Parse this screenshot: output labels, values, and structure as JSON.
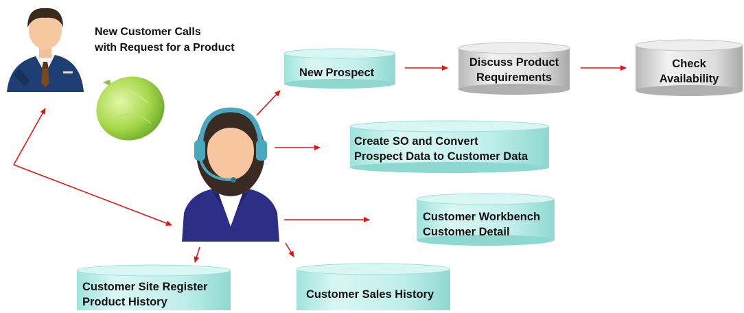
{
  "caller_text_line1": "New Customer Calls",
  "caller_text_line2": "with Request for a Product",
  "nodes": {
    "new_prospect": "New Prospect",
    "discuss_line1": "Discuss Product",
    "discuss_line2": "Requirements",
    "check_line1": "Check",
    "check_line2": "Availability",
    "create_so_line1": "Create SO and Convert",
    "create_so_line2": "Prospect Data to Customer Data",
    "workbench_line1": "Customer Workbench",
    "workbench_line2": "Customer Detail",
    "site_register_line1": "Customer Site Register",
    "site_register_line2": "Product History",
    "sales_history": "Customer Sales History"
  },
  "colors": {
    "teal_cylinder": "#bfeeea",
    "teal_edge": "#7fd6cf",
    "gray_cylinder": "#d9d9d9",
    "arrow": "#e81010",
    "agent_suit": "#2d2f86",
    "caller_suit": "#1e3f73",
    "headset": "#49a8bf",
    "bubble": "#8cc63f"
  },
  "icons": [
    "customer-avatar-icon",
    "agent-headset-avatar-icon",
    "speech-bubble-icon"
  ]
}
